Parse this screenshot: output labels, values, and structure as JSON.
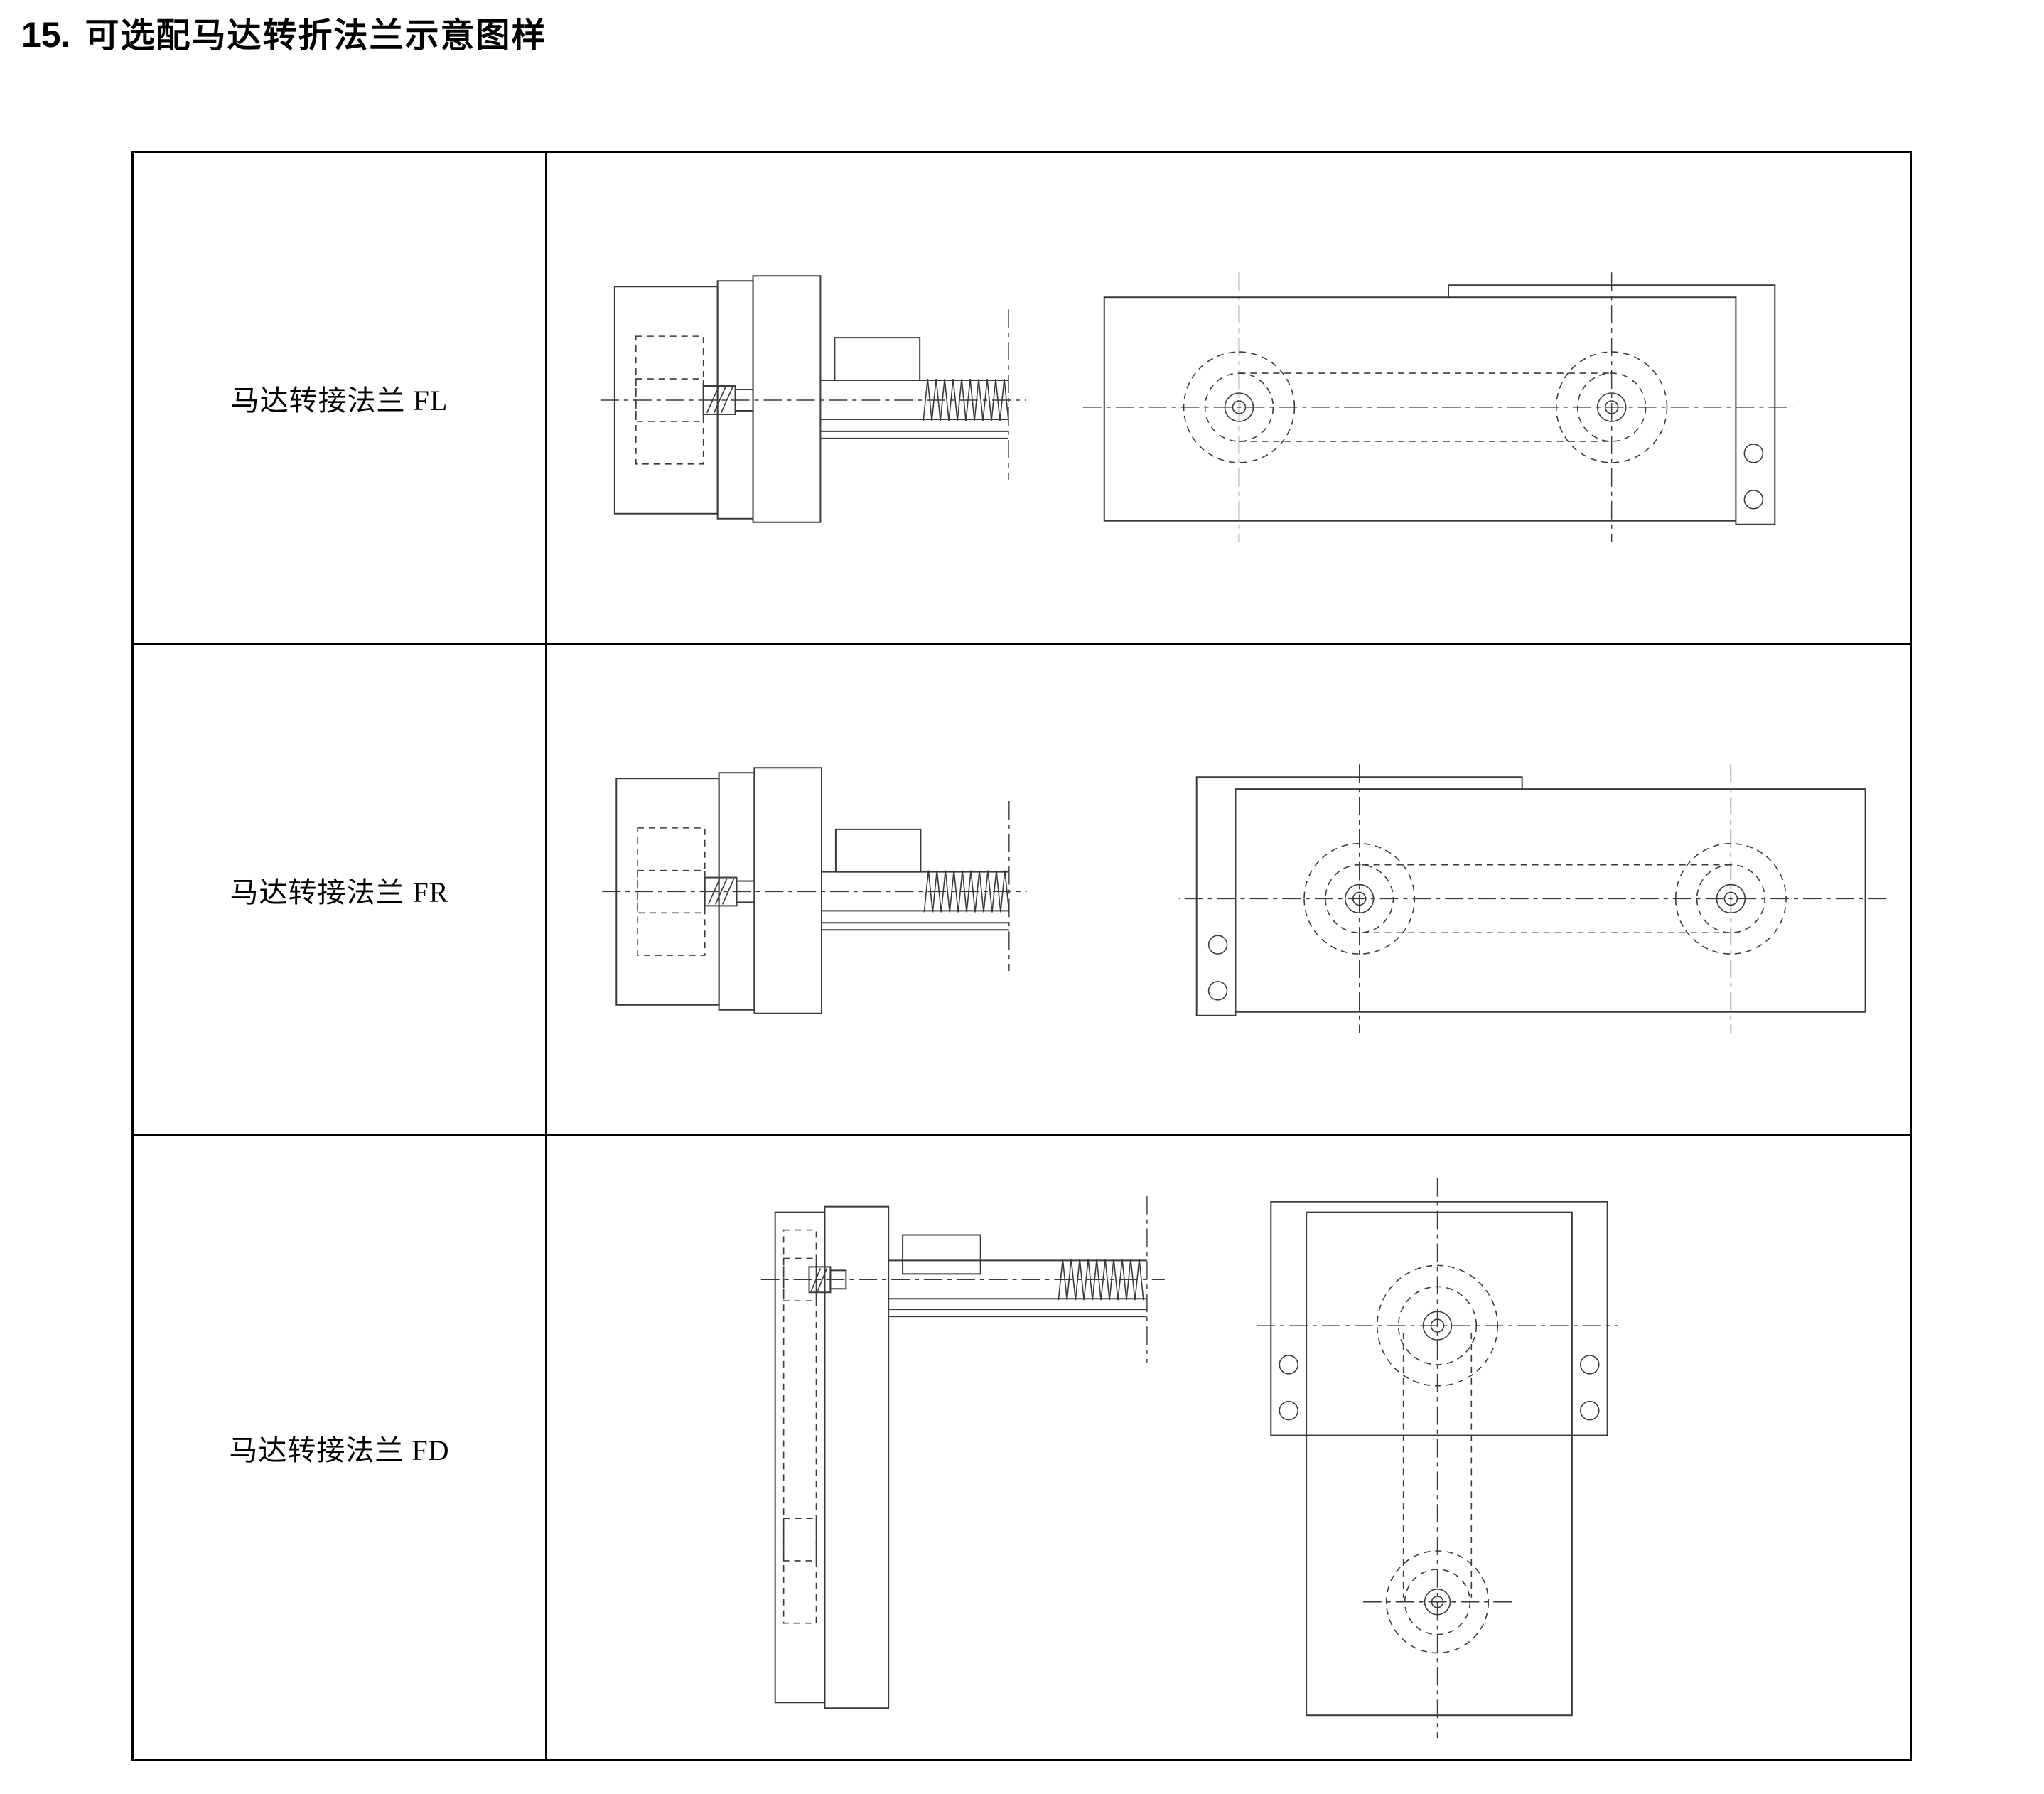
{
  "page": {
    "heading": {
      "number": "15.",
      "title": "可选配马达转折法兰示意图样"
    }
  },
  "table": {
    "rows": [
      {
        "id": "fl",
        "label": "马达转接法兰 FL"
      },
      {
        "id": "fr",
        "label": "马达转接法兰 FR"
      },
      {
        "id": "fd",
        "label": "马达转接法兰 FD"
      }
    ]
  },
  "drawings": {
    "description": "2D CAD section and plan views of optional motor adapter flanges FL, FR, FD with pulleys, belt (dashed), ballscrew coil, mounting holes and center lines",
    "line_color": "#3a3a3a",
    "border_color": "#000000",
    "background": "#ffffff"
  }
}
